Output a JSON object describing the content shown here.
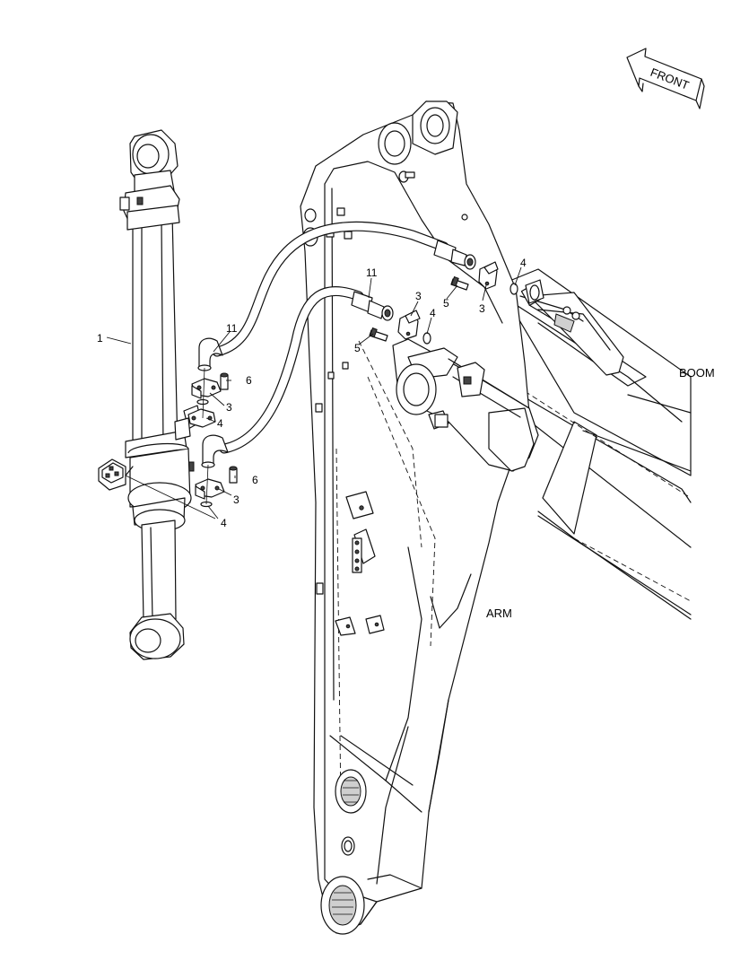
{
  "direction_indicator": {
    "label": "FRONT"
  },
  "zone_labels": {
    "boom": "BOOM",
    "arm": "ARM"
  },
  "callouts": [
    {
      "id": "c-1",
      "text": "1"
    },
    {
      "id": "c-11-a",
      "text": "11"
    },
    {
      "id": "c-11-b",
      "text": "11"
    },
    {
      "id": "c-3-a",
      "text": "3"
    },
    {
      "id": "c-3-b",
      "text": "3"
    },
    {
      "id": "c-3-c",
      "text": "3"
    },
    {
      "id": "c-3-d",
      "text": "3"
    },
    {
      "id": "c-4-a",
      "text": "4"
    },
    {
      "id": "c-4-b",
      "text": "4"
    },
    {
      "id": "c-4-c",
      "text": "4"
    },
    {
      "id": "c-4-d",
      "text": "4"
    },
    {
      "id": "c-5-a",
      "text": "5"
    },
    {
      "id": "c-5-b",
      "text": "5"
    },
    {
      "id": "c-6-a",
      "text": "6"
    },
    {
      "id": "c-6-b",
      "text": "6"
    }
  ]
}
